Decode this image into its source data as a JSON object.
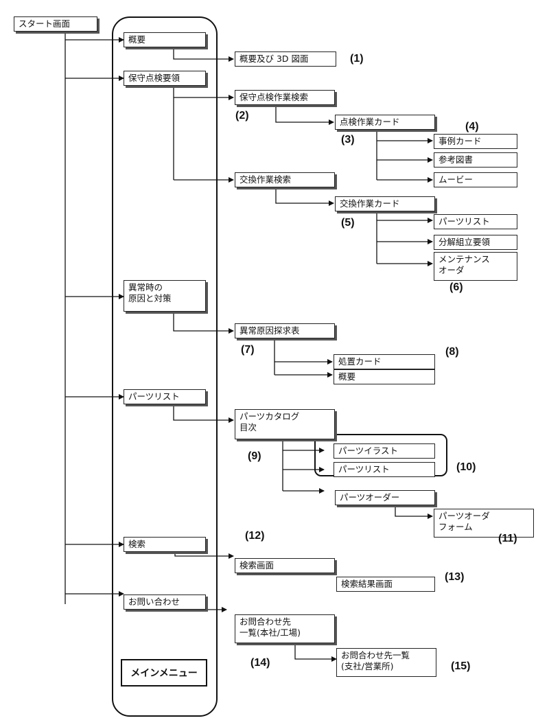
{
  "boxes": {
    "start": "スタート画面",
    "overview": "概要",
    "overview_3d": "概要及び 3D 図面",
    "maintenance": "保守点検要領",
    "inspection_search": "保守点検作業検索",
    "inspection_card": "点検作業カード",
    "case_card": "事例カード",
    "reference_drawing": "参考図書",
    "movie": "ムービー",
    "replace_search": "交換作業検索",
    "replace_card": "交換作業カード",
    "parts_list_a": "パーツリスト",
    "disassembly": "分解組立要領",
    "maintenance_order": "メンテナンス\nオーダ",
    "abnormal": "異常時の\n原因と対策",
    "cause_table": "異常原因探求表",
    "treatment_card": "処置カード",
    "overview_b": "概要",
    "parts_list": "パーツリスト",
    "parts_catalog": "パーツカタログ\n目次",
    "parts_illust": "パーツイラスト",
    "parts_list_b": "パーツリスト",
    "parts_order": "パーツオーダー",
    "parts_order_form": "パーツオーダ\nフォーム",
    "search": "検索",
    "search_screen": "検索画面",
    "search_result": "検索結果画面",
    "contact": "お問い合わせ",
    "contact_hq": "お問合わせ先\n一覧(本社/工場)",
    "contact_branch": "お問合わせ先一覧\n(支社/営業所)"
  },
  "main_menu_label": "メインメニュー",
  "numbers": {
    "n1": "(1)",
    "n2": "(2)",
    "n3": "(3)",
    "n4": "(4)",
    "n5": "(5)",
    "n6": "(6)",
    "n7": "(7)",
    "n8": "(8)",
    "n9": "(9)",
    "n10": "(10)",
    "n11": "(11)",
    "n12": "(12)",
    "n13": "(13)",
    "n14": "(14)",
    "n15": "(15)"
  }
}
